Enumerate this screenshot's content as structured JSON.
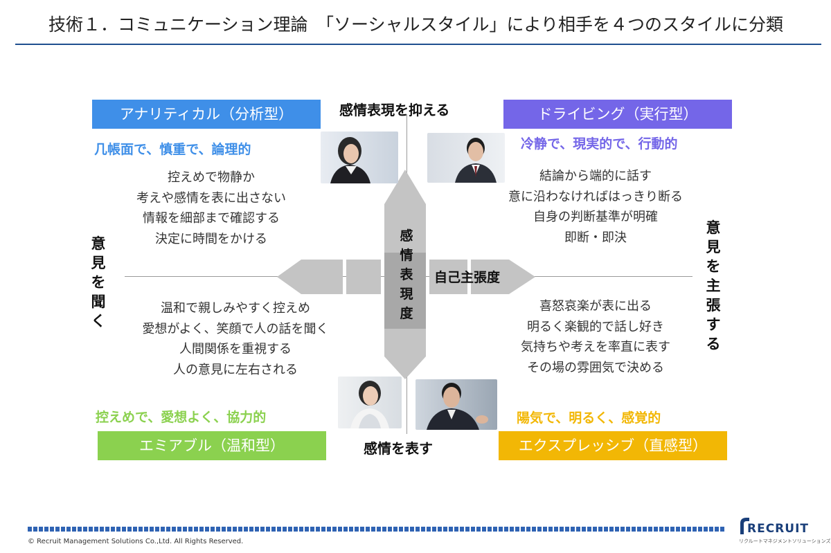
{
  "title": "技術１．コミュニケーション理論　「ソーシャルスタイル」により相手を４つのスタイルに分類",
  "axes": {
    "top": "感情表現を抑える",
    "bottom": "感情を表す",
    "left": "意見を聞く",
    "right": "意見を主張する",
    "cross_vertical": "感情表現度",
    "cross_horizontal": "自己主張度"
  },
  "quadrants": {
    "analytical": {
      "label": "アナリティカル（分析型）",
      "keyword": "几帳面で、慎重で、論理的",
      "traits": [
        "控えめで物静か",
        "考えや感情を表に出さない",
        "情報を細部まで確認する",
        "決定に時間をかける"
      ],
      "color": "#3f8fe8"
    },
    "driving": {
      "label": "ドライビング（実行型）",
      "keyword": "冷静で、現実的で、行動的",
      "traits": [
        "結論から端的に話す",
        "意に沿わなければはっきり断る",
        "自身の判断基準が明確",
        "即断・即決"
      ],
      "color": "#7466e8"
    },
    "amiable": {
      "label": "エミアブル（温和型）",
      "keyword": "控えめで、愛想よく、協力的",
      "traits": [
        "温和で親しみやすく控えめ",
        "愛想がよく、笑顔で人の話を聞く",
        "人間関係を重視する",
        "人の意見に左右される"
      ],
      "color": "#8bd14f"
    },
    "expressive": {
      "label": "エクスプレッシブ（直感型）",
      "keyword": "陽気で、明るく、感覚的",
      "traits": [
        "喜怒哀楽が表に出る",
        "明るく楽観的で話し好き",
        "気持ちや考えを率直に表す",
        "その場の雰囲気で決める"
      ],
      "color": "#f2b705"
    }
  },
  "footer": {
    "copyright": "© Recruit Management Solutions Co.,Ltd. All Rights Reserved.",
    "logo": "RECRUIT",
    "logo_sub": "リクルートマネジメントソリューションズ"
  }
}
